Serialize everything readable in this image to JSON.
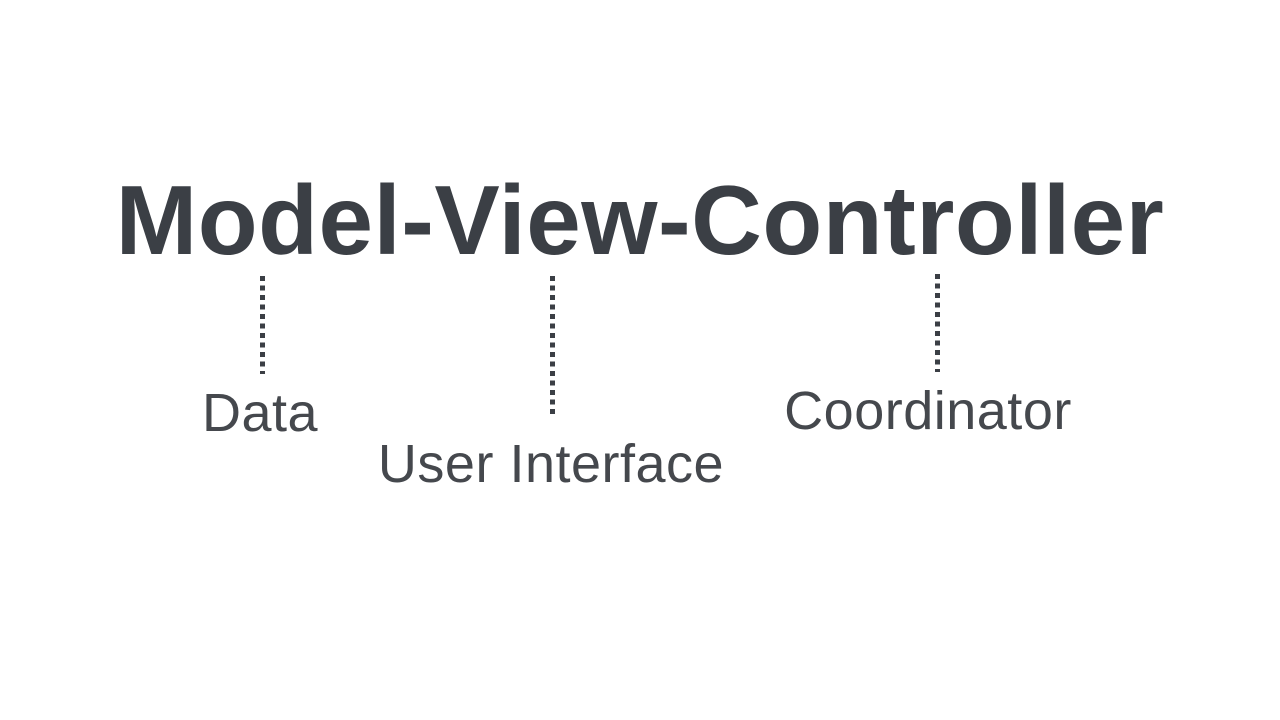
{
  "slide": {
    "title": "Model-View-Controller",
    "annotations": [
      {
        "term": "Model",
        "label": "Data"
      },
      {
        "term": "View",
        "label": "User Interface"
      },
      {
        "term": "Controller",
        "label": "Coordinator"
      }
    ],
    "colors": {
      "background": "#ffffff",
      "title_text": "#3b3f45",
      "label_text": "#45484d",
      "dotted_line": "#3b3f45"
    }
  }
}
